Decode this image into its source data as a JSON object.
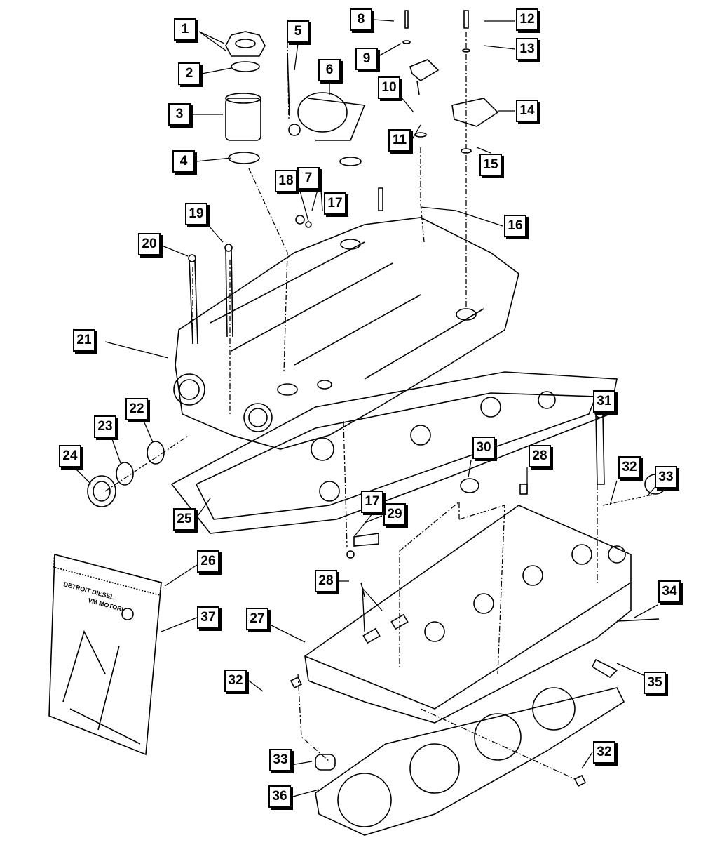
{
  "diagram": {
    "callouts": [
      "1",
      "2",
      "3",
      "4",
      "5",
      "6",
      "7",
      "8",
      "9",
      "10",
      "11",
      "12",
      "13",
      "14",
      "15",
      "16",
      "17",
      "18",
      "19",
      "20",
      "21",
      "22",
      "23",
      "24",
      "25",
      "26",
      "27",
      "28",
      "29",
      "30",
      "31",
      "32",
      "33",
      "34",
      "35",
      "36",
      "37"
    ],
    "bag_logo": {
      "brand": "DETROIT DIESEL",
      "sub": "VM MOTORI"
    },
    "colors": {
      "line": "#000000",
      "background": "#ffffff"
    }
  }
}
